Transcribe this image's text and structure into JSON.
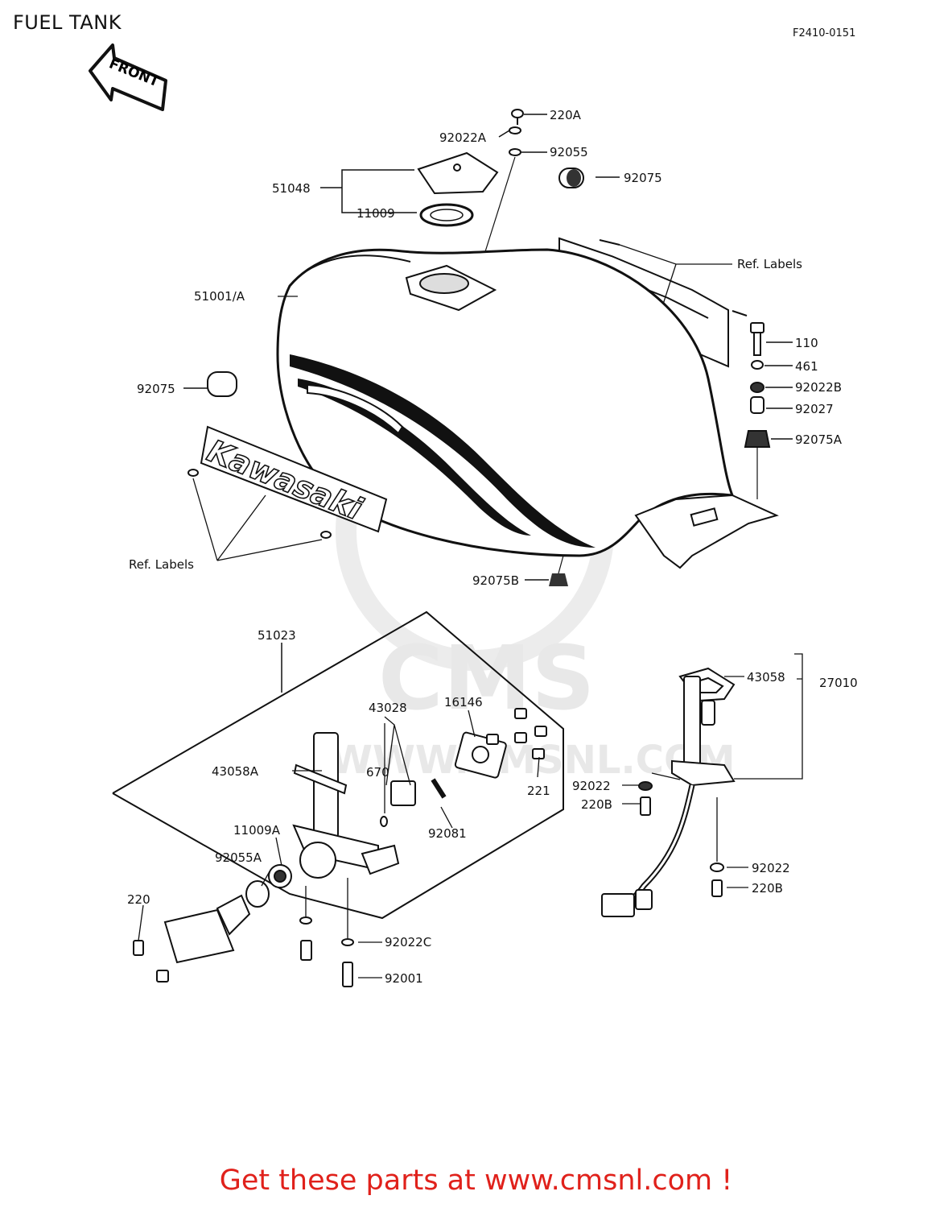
{
  "page": {
    "title": "FUEL TANK",
    "code": "F2410-0151",
    "front_arrow": "FRONT",
    "brand_label": "Kawasaki",
    "footer": "Get these parts at www.cmsnl.com !",
    "footer_color": "#e0211b",
    "watermark_text": "CMS",
    "watermark_url": "WWW.CMSNL.COM"
  },
  "labels": {
    "l220A": "220A",
    "l92022A": "92022A",
    "l92055": "92055",
    "l92075_top": "92075",
    "l51048": "51048",
    "l11009": "11009",
    "lRefLabels_top": "Ref. Labels",
    "l51001A": "51001/A",
    "l110": "110",
    "l461": "461",
    "l92022B": "92022B",
    "l92027": "92027",
    "l92075_left": "92075",
    "l92075A": "92075A",
    "lRefLabels_left": "Ref. Labels",
    "l92075B": "92075B",
    "l51023": "51023",
    "l43058": "43058",
    "l27010": "27010",
    "l43028": "43028",
    "l16146": "16146",
    "l43058A": "43058A",
    "l670": "670",
    "l221": "221",
    "l92022_a": "92022",
    "l220B_a": "220B",
    "l92081": "92081",
    "l11009A": "11009A",
    "l92055A": "92055A",
    "l220": "220",
    "l92022C": "92022C",
    "l92001": "92001",
    "l92022_b": "92022",
    "l220B_b": "220B"
  }
}
